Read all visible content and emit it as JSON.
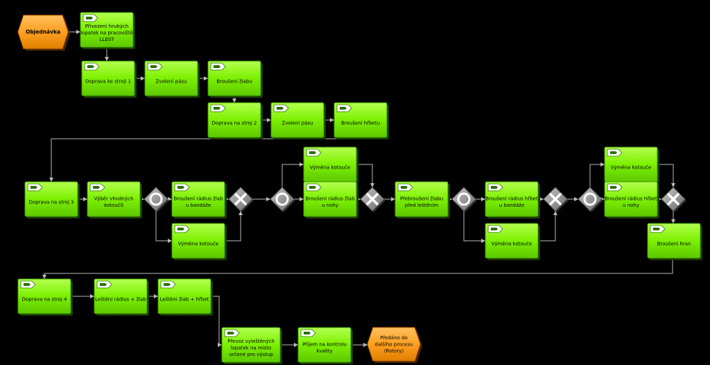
{
  "colors": {
    "background": "#000000",
    "function_fill": "#7CF000",
    "function_fill_light": "#A8FF40",
    "function_border": "#3A9A00",
    "event_fill": "#FFA020",
    "event_border": "#D06A00",
    "gateway_fill": "#9A9A9A",
    "gateway_border": "#5A5A5A",
    "connector": "#BBBBBB",
    "text": "#000000"
  },
  "icons": {
    "function": "arrow-flag-icon",
    "gateway_or": "or-circle-icon",
    "gateway_xor": "xor-cross-icon"
  },
  "nodes": [
    {
      "id": "e1",
      "type": "event",
      "lines": [
        "Objednávka"
      ]
    },
    {
      "id": "n1",
      "type": "function",
      "lines": [
        "Přivezení hrubých",
        "lopatek na pracoviště",
        "LLEST"
      ]
    },
    {
      "id": "n2",
      "type": "function",
      "lines": [
        "Doprava ke stroji 1"
      ]
    },
    {
      "id": "n3",
      "type": "function",
      "lines": [
        "Zvolení pásu"
      ]
    },
    {
      "id": "n4",
      "type": "function",
      "lines": [
        "Broušení žlabu"
      ]
    },
    {
      "id": "n5",
      "type": "function",
      "lines": [
        "Doprava na stroj 2"
      ]
    },
    {
      "id": "n6",
      "type": "function",
      "lines": [
        "Zvolení pásu"
      ]
    },
    {
      "id": "n7",
      "type": "function",
      "lines": [
        "Broušení hřbetu"
      ]
    },
    {
      "id": "n8",
      "type": "function",
      "lines": [
        "Doprava na stroj 3"
      ]
    },
    {
      "id": "n9",
      "type": "function",
      "lines": [
        "Výběr vhodných",
        "kotoučů"
      ]
    },
    {
      "id": "g1",
      "type": "or",
      "lines": []
    },
    {
      "id": "n10",
      "type": "function",
      "lines": [
        "Broušení rádius žlab",
        "u bandáže"
      ]
    },
    {
      "id": "n11",
      "type": "function",
      "lines": [
        "Výměna kotouče"
      ]
    },
    {
      "id": "g2",
      "type": "xor",
      "lines": []
    },
    {
      "id": "g3",
      "type": "or",
      "lines": []
    },
    {
      "id": "n12",
      "type": "function",
      "lines": [
        "Výměna kotouče"
      ]
    },
    {
      "id": "n13",
      "type": "function",
      "lines": [
        "Broušení rádius žlab",
        "u nohy"
      ]
    },
    {
      "id": "g4",
      "type": "xor",
      "lines": []
    },
    {
      "id": "n14",
      "type": "function",
      "lines": [
        "Přebroušení žlabu",
        "před leštěním"
      ]
    },
    {
      "id": "g5",
      "type": "or",
      "lines": []
    },
    {
      "id": "n15",
      "type": "function",
      "lines": [
        "Broušení rádius hřbet",
        "u bandáže"
      ]
    },
    {
      "id": "n16",
      "type": "function",
      "lines": [
        "Výměna kotouče"
      ]
    },
    {
      "id": "g6",
      "type": "xor",
      "lines": []
    },
    {
      "id": "g7",
      "type": "or",
      "lines": []
    },
    {
      "id": "n17",
      "type": "function",
      "lines": [
        "Výměna kotouče"
      ]
    },
    {
      "id": "n18",
      "type": "function",
      "lines": [
        "Broušení rádius hřbet",
        "u nohy"
      ]
    },
    {
      "id": "g8",
      "type": "xor",
      "lines": []
    },
    {
      "id": "n19",
      "type": "function",
      "lines": [
        "Broušení hran"
      ]
    },
    {
      "id": "n20",
      "type": "function",
      "lines": [
        "Doprava na stroj 4"
      ]
    },
    {
      "id": "n21",
      "type": "function",
      "lines": [
        "Leštění rádius + žlab"
      ]
    },
    {
      "id": "n22",
      "type": "function",
      "lines": [
        "Leštění žlab + hřbet"
      ]
    },
    {
      "id": "n23",
      "type": "function",
      "lines": [
        "Převoz vyleštěných",
        "lopatek na místo",
        "určené pro výstup"
      ]
    },
    {
      "id": "n24",
      "type": "function",
      "lines": [
        "Příjem na kontrolu",
        "kvality"
      ]
    },
    {
      "id": "e2",
      "type": "event",
      "lines": [
        "Předáno do",
        "dalšího procesu",
        "(Rotory)"
      ]
    }
  ]
}
